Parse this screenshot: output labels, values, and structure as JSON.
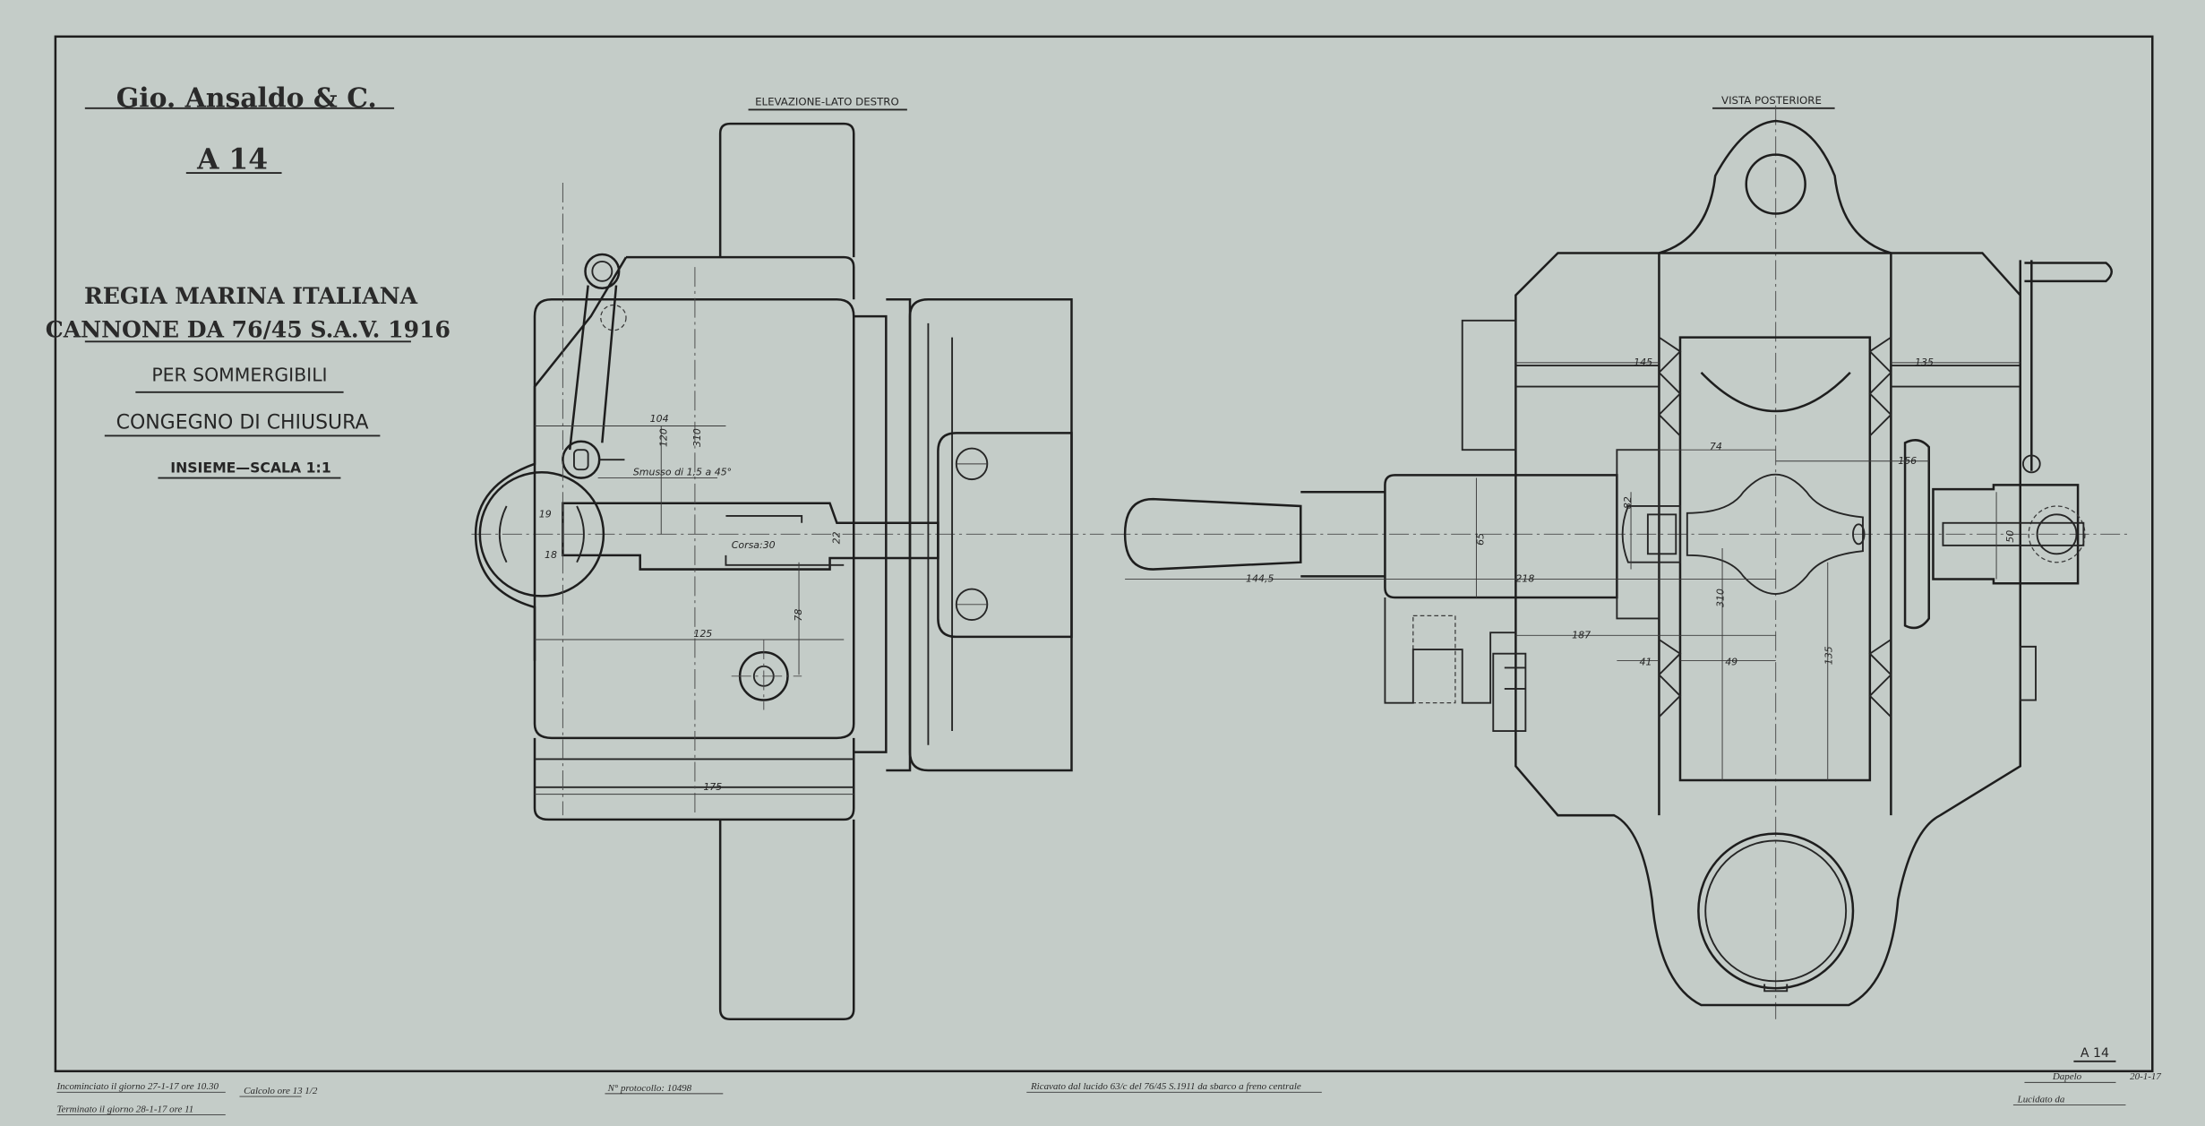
{
  "title_block": {
    "company": "Gio. Ansaldo & C.",
    "drawing_number": "A 14",
    "navy": "REGIA MARINA ITALIANA",
    "gun": "CANNONE DA 76/45 S.A.V. 1916",
    "purpose": "PER SOMMERGIBILI",
    "subject": "CONGEGNO DI CHIUSURA",
    "scale": "INSIEME—SCALA 1:1"
  },
  "views": {
    "left_title": "ELEVAZIONE-LATO DESTRO",
    "right_title": "VISTA POSTERIORE"
  },
  "left_dims": {
    "d104": "104",
    "d120": "120",
    "d310": "310",
    "chamfer": "Smusso di 1,5 a 45°",
    "d19": "19",
    "d18": "18",
    "stroke": "Corsa:30",
    "d22": "22",
    "d78": "78",
    "d125": "125",
    "d175": "175"
  },
  "right_dims": {
    "d145": "145",
    "d135a": "135",
    "d74": "74",
    "d156": "156",
    "d82": "82",
    "d65": "65",
    "d50": "50",
    "d144_5": "144,5",
    "d218": "218",
    "d310": "310",
    "d187": "187",
    "d41": "41",
    "d49": "49",
    "d135b": "135"
  },
  "footer": {
    "started": "Incominciato il giorno 27-1-17 ore 10.30",
    "finished": "Terminato il giorno 28-1-17 ore 11",
    "hours": "Calcolo ore 13 1/2",
    "protocol": "N° protocollo: 10498",
    "derived": "Ricavato dal lucido 63/c del 76/45 S.1911 da sbarco a freno centrale",
    "sheet_ref": "A 14",
    "drawn_by": "Dapelo",
    "date": "20-1-17",
    "traced_by": "Lucidato da"
  }
}
